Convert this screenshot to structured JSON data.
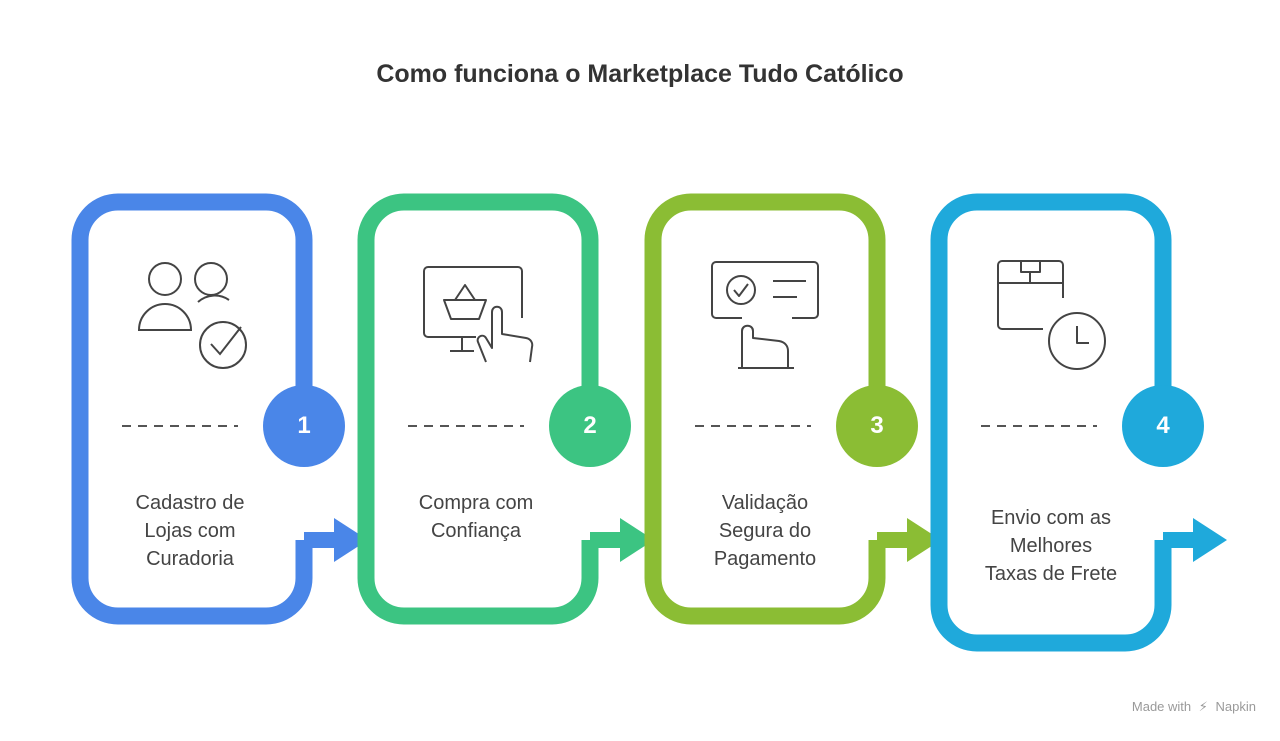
{
  "title": "Como funciona o Marketplace Tudo Católico",
  "steps": [
    {
      "number": "1",
      "label_lines": [
        "Cadastro de",
        "Lojas com",
        "Curadoria"
      ],
      "color": "#4a86e8",
      "icon": "users-check-icon"
    },
    {
      "number": "2",
      "label_lines": [
        "Compra com",
        "Confiança"
      ],
      "color": "#3cc482",
      "icon": "monitor-basket-touch-icon"
    },
    {
      "number": "3",
      "label_lines": [
        "Validação",
        "Segura do",
        "Pagamento"
      ],
      "color": "#8bbd34",
      "icon": "payment-validation-icon"
    },
    {
      "number": "4",
      "label_lines": [
        "Envio com as",
        "Melhores",
        "Taxas de Frete"
      ],
      "color": "#1fa9db",
      "icon": "box-clock-icon"
    }
  ],
  "watermark": {
    "made_with": "Made with",
    "brand": "Napkin"
  }
}
